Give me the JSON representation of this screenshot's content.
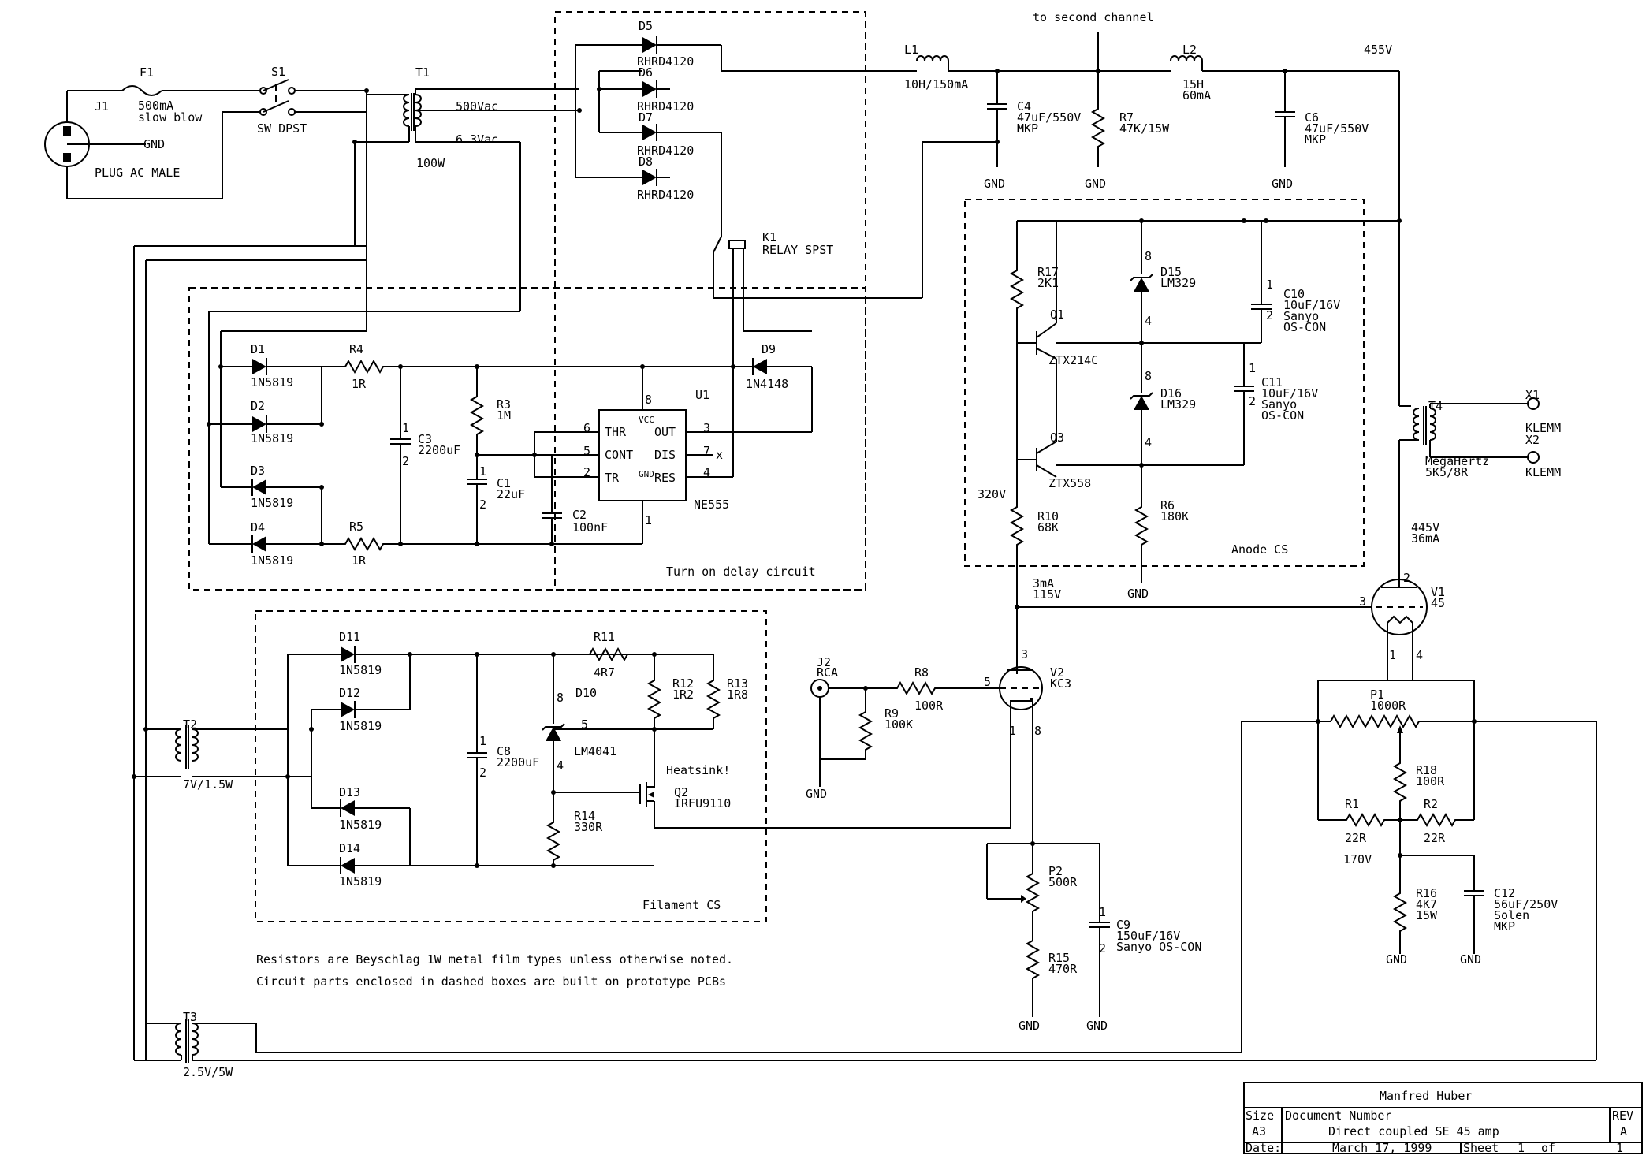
{
  "inputs": {
    "j1": "J1",
    "j1_desc": "PLUG AC MALE",
    "gnd": "GND",
    "f1": "F1",
    "f1_val": "500mA",
    "f1_desc": "slow blow",
    "s1": "S1",
    "s1_desc": "SW DPST",
    "t1": "T1",
    "t1_sec_hv": "500Vac",
    "t1_sec_lv": "6.3Vac",
    "t1_power": "100W"
  },
  "rectifier": {
    "d5": "D5",
    "d6": "D6",
    "d7": "D7",
    "d8": "D8",
    "part": "RHRD4120",
    "k1": "K1",
    "k1_desc": "RELAY SPST"
  },
  "hv_filter": {
    "title": "to second channel",
    "l1": "L1",
    "l1_val": "10H/150mA",
    "l2": "L2",
    "l2_val": "15H",
    "l2_cur": "60mA",
    "c4": "C4",
    "c4_val": "47uF/550V",
    "c4_type": "MKP",
    "r7": "R7",
    "r7_val": "47K/15W",
    "c6": "C6",
    "c6_val": "47uF/550V",
    "c6_type": "MKP",
    "b_plus": "455V",
    "gnd": "GND"
  },
  "delay": {
    "label": "Turn on delay circuit",
    "d1": "D1",
    "d2": "D2",
    "d3": "D3",
    "d4": "D4",
    "diode": "1N5819",
    "r4": "R4",
    "r4_val": "1R",
    "r5": "R5",
    "r5_val": "1R",
    "c3": "C3",
    "c3_val": "2200uF",
    "r3": "R3",
    "r3_val": "1M",
    "c1": "C1",
    "c1_val": "22uF",
    "c2": "C2",
    "c2_val": "100nF",
    "u1": "U1",
    "u1_part": "NE555",
    "d9": "D9",
    "d9_part": "1N4148",
    "pin_thr": "THR",
    "pin_cont": "CONT",
    "pin_tr": "TR",
    "pin_out": "OUT",
    "pin_dis": "DIS",
    "pin_res": "RES",
    "pin_vcc": "VCC",
    "pin_gnd": "GND",
    "n8": "8",
    "n6": "6",
    "n5": "5",
    "n2": "2",
    "n3": "3",
    "n7": "7",
    "n4": "4",
    "n1": "1",
    "plus": "1",
    "minus": "2",
    "x": "x"
  },
  "anode_cs": {
    "label": "Anode CS",
    "r17": "R17",
    "r17_val": "2K1",
    "q1": "Q1",
    "q1_part": "ZTX214C",
    "q3": "Q3",
    "q3_part": "ZTX558",
    "d15": "D15",
    "d15_part": "LM329",
    "d16": "D16",
    "d16_part": "LM329",
    "c10": "C10",
    "c10_val": "10uF/16V",
    "c10_b1": "Sanyo",
    "c10_b2": "OS-CON",
    "c11": "C11",
    "c11_val": "10uF/16V",
    "c11_b1": "Sanyo",
    "c11_b2": "OS-CON",
    "r10": "R10",
    "r10_val": "68K",
    "r6": "R6",
    "r6_val": "180K",
    "v320": "320V",
    "pin8": "8",
    "pin4": "4",
    "gnd": "GND",
    "plus": "1",
    "minus": "2"
  },
  "output": {
    "t4": "T4",
    "t4_desc": "MegaHertz",
    "t4_val": "5K5/8R",
    "x1": "X1",
    "x1_desc": "KLEMM",
    "x2": "X2",
    "x2_desc": "KLEMM",
    "v445": "445V",
    "i36": "36mA",
    "v1": "V1",
    "v1_type": "45",
    "p1": "P1",
    "p1_val": "1000R",
    "r18": "R18",
    "r18_val": "100R",
    "r1": "R1",
    "r1_val": "22R",
    "r2": "R2",
    "r2_val": "22R",
    "v170": "170V",
    "r16": "R16",
    "r16_val": "4K7",
    "r16_w": "15W",
    "c12": "C12",
    "c12_val": "56uF/250V",
    "c12_b1": "Solen",
    "c12_b2": "MKP",
    "pin2": "2",
    "pin3": "3",
    "pin1": "1",
    "pin4": "4",
    "gnd": "GND"
  },
  "driver": {
    "j2": "J2",
    "j2_desc": "RCA",
    "r8": "R8",
    "r8_val": "100R",
    "r9": "R9",
    "r9_val": "100K",
    "v2": "V2",
    "v2_type": "KC3",
    "i3": "3mA",
    "v115": "115V",
    "p2": "P2",
    "p2_val": "500R",
    "r15": "R15",
    "r15_val": "470R",
    "c9": "C9",
    "c9_val": "150uF/16V",
    "c9_brand": "Sanyo OS-CON",
    "pin3": "3",
    "pin5": "5",
    "pin1": "1",
    "pin8": "8",
    "gnd": "GND",
    "plus": "1",
    "minus": "2"
  },
  "filament": {
    "label": "Filament CS",
    "t2": "T2",
    "t2_val": "7V/1.5W",
    "t3": "T3",
    "t3_val": "2.5V/5W",
    "d11": "D11",
    "d12": "D12",
    "d13": "D13",
    "d14": "D14",
    "diode": "1N5819",
    "c8": "C8",
    "c8_val": "2200uF",
    "r11": "R11",
    "r11_val": "4R7",
    "r12": "R12",
    "r12_val": "1R2",
    "r13": "R13",
    "r13_val": "1R8",
    "d10": "D10",
    "d10_part": "LM4041",
    "heatsink": "Heatsink!",
    "q2": "Q2",
    "q2_part": "IRFU9110",
    "r14": "R14",
    "r14_val": "330R",
    "pin8": "8",
    "pin5": "5",
    "pin4": "4",
    "plus": "1",
    "minus": "2"
  },
  "notes": {
    "line1": "Resistors are Beyschlag 1W metal film types unless otherwise noted.",
    "line2": "Circuit parts enclosed in dashed boxes are built on prototype PCBs"
  },
  "title_block": {
    "author": "Manfred Huber",
    "size_label": "Size",
    "size": "A3",
    "doc_label": "Document Number",
    "doc": "Direct coupled SE 45 amp",
    "rev_label": "REV",
    "rev": "A",
    "date_label": "Date:",
    "date": "March 17, 1999",
    "sheet_label": "Sheet",
    "sheet": "1",
    "of": "of",
    "sheets": "1"
  }
}
